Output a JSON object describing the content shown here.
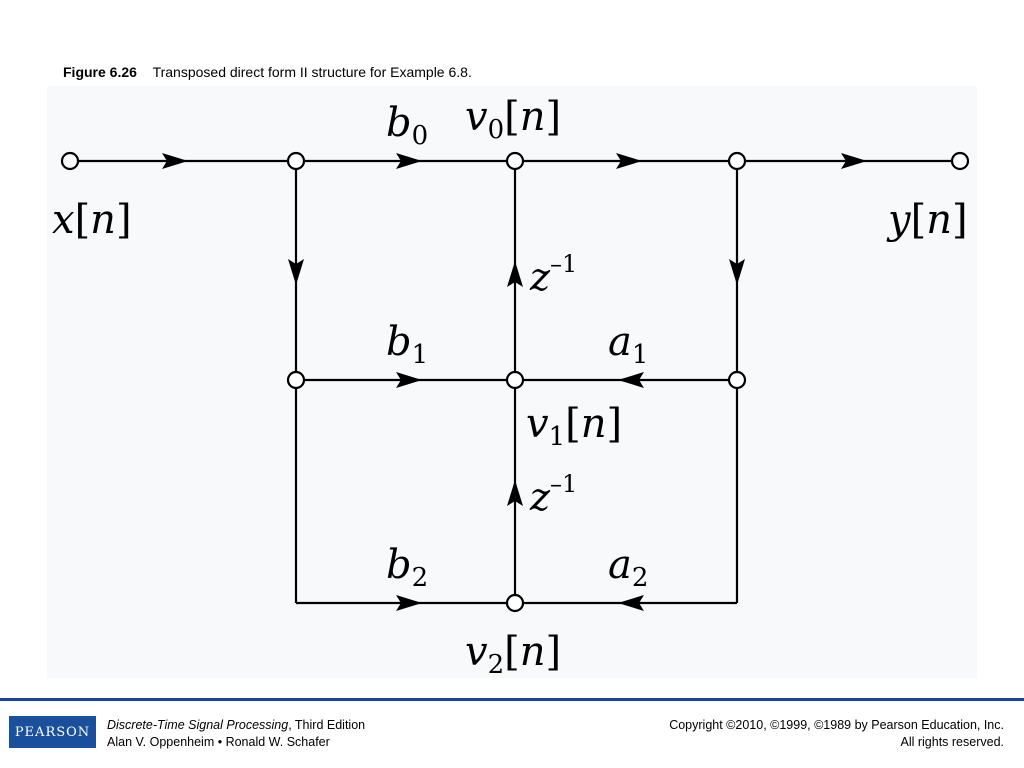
{
  "caption": {
    "number": "Figure 6.26",
    "text": "Transposed direct form II structure for Example 6.8."
  },
  "diagram": {
    "labels": {
      "input": {
        "var": "x",
        "arg": "n"
      },
      "output": {
        "var": "y",
        "arg": "n"
      },
      "v0": {
        "var": "v",
        "sub": "0",
        "arg": "n"
      },
      "v1": {
        "var": "v",
        "sub": "1",
        "arg": "n"
      },
      "v2": {
        "var": "v",
        "sub": "2",
        "arg": "n"
      },
      "b0": {
        "var": "b",
        "sub": "0"
      },
      "b1": {
        "var": "b",
        "sub": "1"
      },
      "b2": {
        "var": "b",
        "sub": "2"
      },
      "a1": {
        "var": "a",
        "sub": "1"
      },
      "a2": {
        "var": "a",
        "sub": "2"
      },
      "delay_upper": {
        "var": "z",
        "exp": "–1"
      },
      "delay_lower": {
        "var": "z",
        "exp": "–1"
      }
    }
  },
  "footer": {
    "logo": "PEARSON",
    "book_title": "Discrete-Time Signal Processing",
    "edition": ", Third Edition",
    "authors": "Alan V. Oppenheim • Ronald W. Schafer",
    "copyright": "Copyright ©2010, ©1999, ©1989 by Pearson Education, Inc.",
    "rights": "All rights reserved."
  }
}
